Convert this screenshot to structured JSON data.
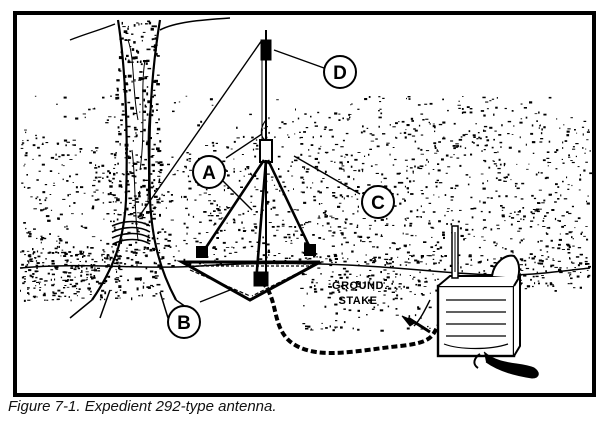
{
  "labels": {
    "d": "D",
    "a": "A",
    "c": "C",
    "b": "B",
    "ground_stake_line1": "GROUND",
    "ground_stake_line2": "STAKE"
  },
  "caption": "Figure 7-1.  Expedient 292-type antenna."
}
